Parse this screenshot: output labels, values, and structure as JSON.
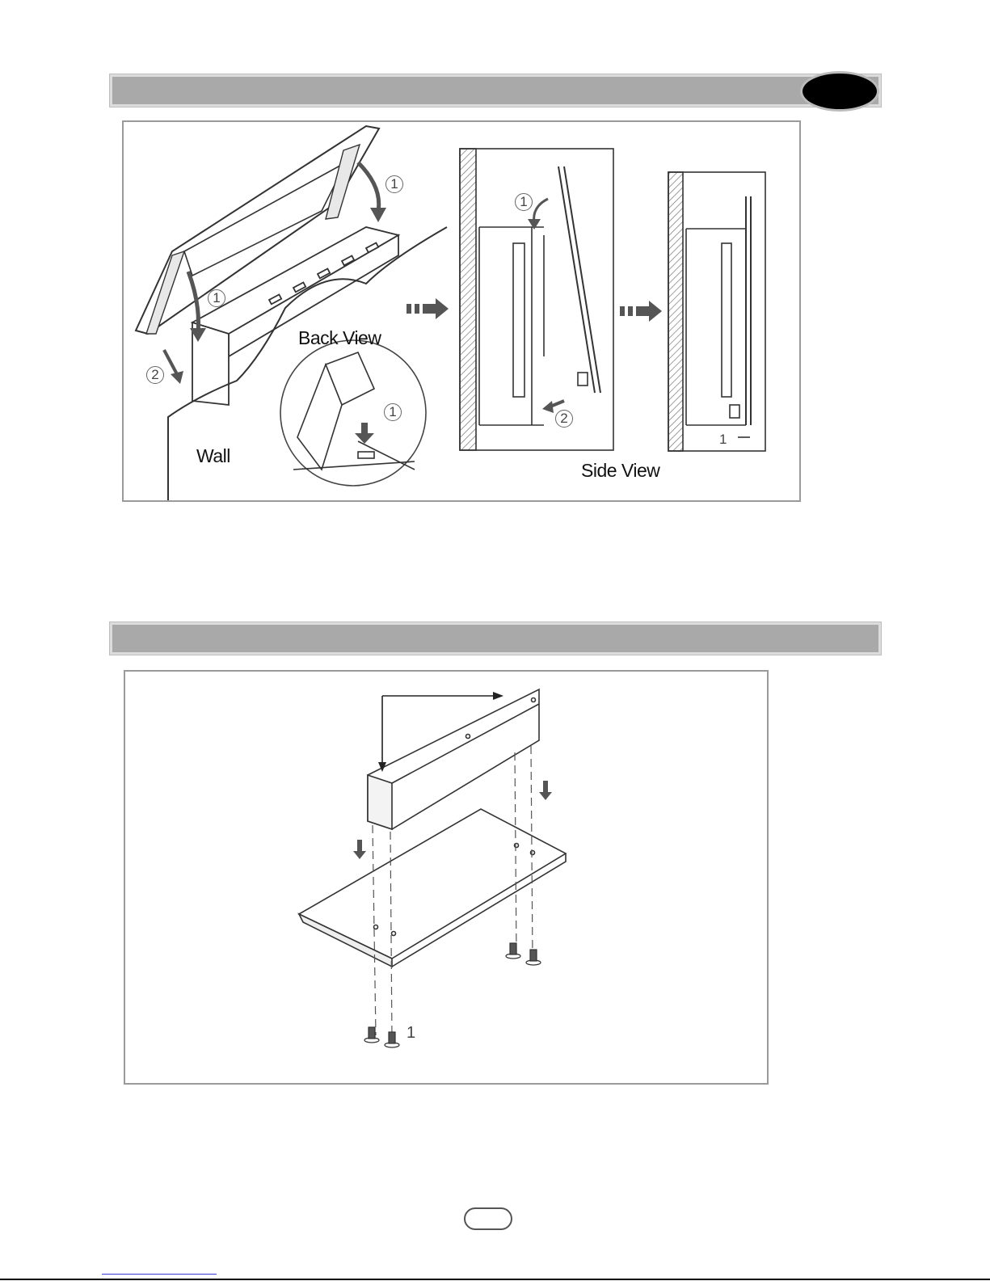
{
  "panel_1": {
    "back_view_label": "Back View",
    "wall_label": "Wall",
    "side_view_label": "Side View",
    "step_one": "1",
    "step_two": "2"
  },
  "panel_2": {
    "screw_label": "1"
  }
}
